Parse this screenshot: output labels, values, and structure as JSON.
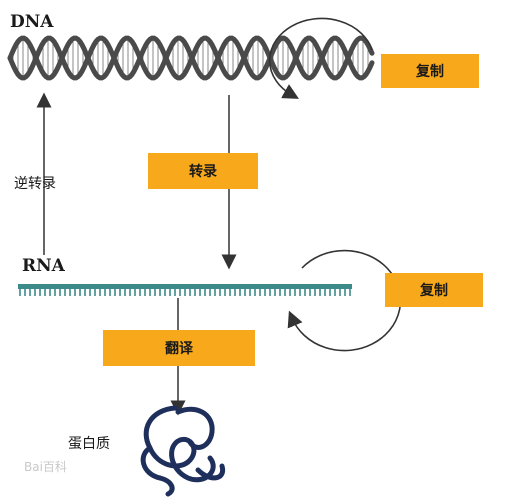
{
  "labels": {
    "dna": "DNA",
    "rna": "RNA",
    "reverse_transcription": "逆转录",
    "protein": "蛋白质"
  },
  "boxes": {
    "dna_replication": "复制",
    "transcription": "转录",
    "rna_replication": "复制",
    "translation": "翻译"
  },
  "watermark": "Bai百科",
  "colors": {
    "box_fill": "#f7a81b",
    "helix": "#4a4a4a",
    "rna_strand": "#3d8a8a",
    "protein": "#1f2f5c",
    "arrow": "#333333"
  }
}
